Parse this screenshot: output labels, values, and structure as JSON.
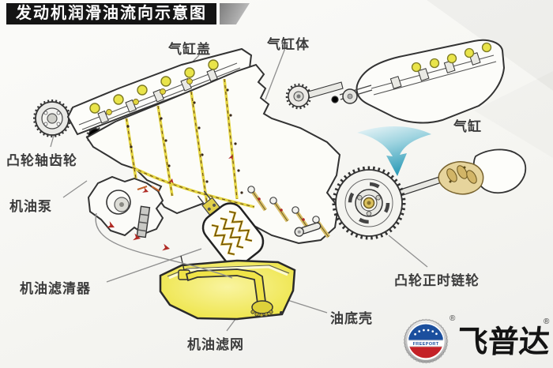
{
  "title": {
    "text": "发动机润滑油流向示意图"
  },
  "part_labels": {
    "cylinder_head_cover": "气缸盖",
    "cylinder_block": "气缸体",
    "cylinder": "气缸",
    "camshaft_gear": "凸轮轴齿轮",
    "oil_pump": "机油泵",
    "oil_filter": "机油滤清器",
    "oil_strainer": "机油滤网",
    "oil_pan": "油底壳",
    "cam_timing_sprocket": "凸轮正时链轮"
  },
  "logo": {
    "badge_text": "FREEPORT",
    "brand_text": "飞普达",
    "registered_mark": "®"
  },
  "icons": {
    "down_swoosh_arrow": "▼",
    "flow_direction_arrow": "➤",
    "registered_mark": "®"
  },
  "colors": {
    "title_bg": "#141414",
    "title_fg": "#ffffff",
    "title_accent_gray": "#9a9a9a",
    "label_text": "#3c3c3c",
    "line_art": "#333333",
    "leader_line": "#8f8f8f",
    "oil_yellow": "#efe84c",
    "oil_pan_fill": "#f2ea52",
    "valve_spring_yellow": "#e9e44a",
    "flow_arrow_red": "#b02a24",
    "swoosh_teal": "#2f9cb8",
    "logo_blue": "#1b4f9e",
    "logo_red": "#c42127",
    "background": "#f6f6f3"
  }
}
